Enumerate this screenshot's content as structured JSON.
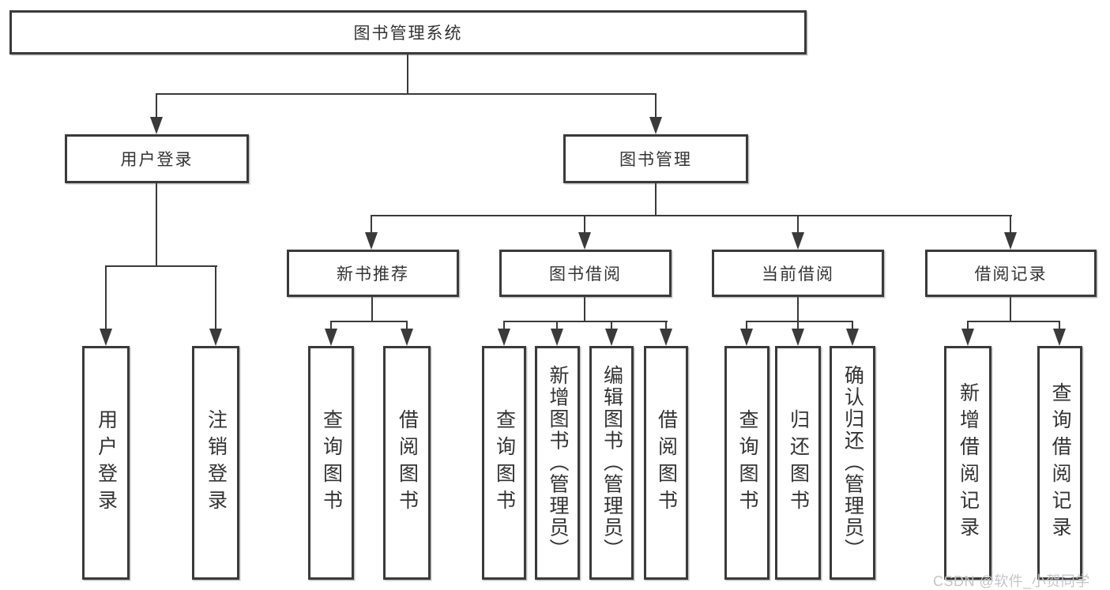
{
  "colors": {
    "line": "#3a3a3a",
    "text": "#333333",
    "box_bg": "#ffffff"
  },
  "watermark": {
    "text": "CSDN @软件_小贺同学",
    "color": "#c5c5c8"
  },
  "tree": {
    "label": "图书管理系统",
    "children": [
      {
        "label": "用户登录",
        "children": [
          {
            "label": "用户登录"
          },
          {
            "label": "注销登录"
          }
        ]
      },
      {
        "label": "图书管理",
        "children": [
          {
            "label": "新书推荐",
            "children": [
              {
                "label": "查询图书"
              },
              {
                "label": "借阅图书"
              }
            ]
          },
          {
            "label": "图书借阅",
            "children": [
              {
                "label": "查询图书"
              },
              {
                "label": "新增图书（管理员）"
              },
              {
                "label": "编辑图书（管理员）"
              },
              {
                "label": "借阅图书"
              }
            ]
          },
          {
            "label": "当前借阅",
            "children": [
              {
                "label": "查询图书"
              },
              {
                "label": "归还图书"
              },
              {
                "label": "确认归还（管理员）"
              }
            ]
          },
          {
            "label": "借阅记录",
            "children": [
              {
                "label": "新增借阅记录"
              },
              {
                "label": "查询借阅记录"
              }
            ]
          }
        ]
      }
    ]
  }
}
